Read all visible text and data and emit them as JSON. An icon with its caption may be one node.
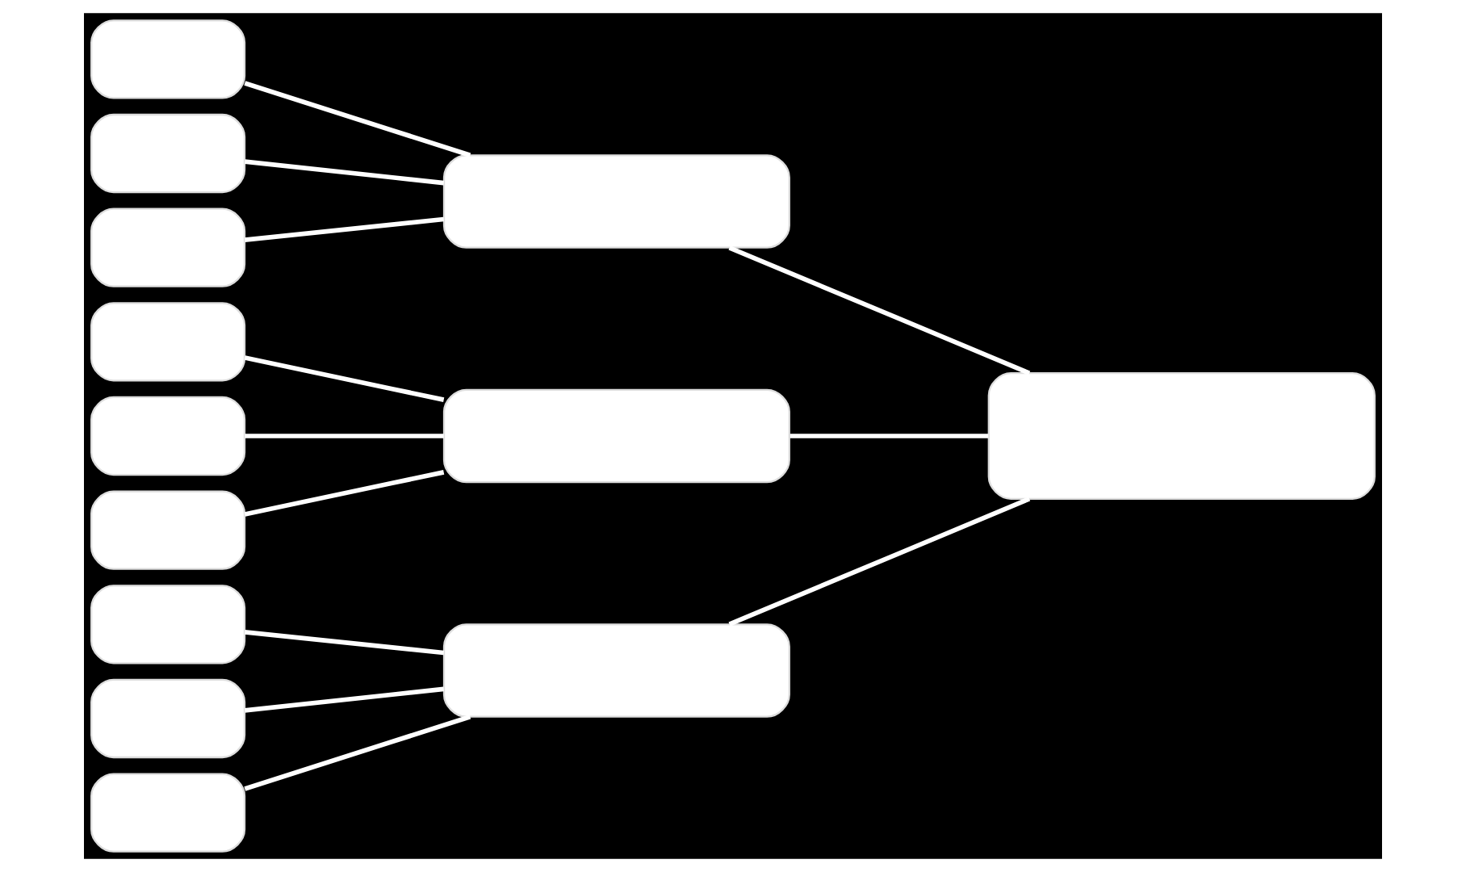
{
  "diagram": {
    "nodes": [
      {
        "text": [],
        "shape": "box"
      },
      {
        "text": [],
        "shape": "box"
      },
      {
        "text": [],
        "shape": "box"
      },
      {
        "text": [],
        "shape": "box"
      },
      {
        "text": [],
        "shape": "box"
      },
      {
        "text": [],
        "shape": "box"
      },
      {
        "text": [],
        "shape": "box"
      },
      {
        "text": [],
        "shape": "box"
      },
      {
        "text": [],
        "shape": "box"
      },
      {
        "text": [],
        "shape": "box"
      },
      {
        "text": [],
        "shape": "box"
      },
      {
        "text": [],
        "shape": "box"
      },
      {
        "text": [],
        "shape": "box"
      }
    ],
    "edges": [
      {
        "from": 0,
        "to": 9,
        "arrow": "none"
      },
      {
        "from": 1,
        "to": 9,
        "arrow": "none"
      },
      {
        "from": 2,
        "to": 9,
        "arrow": "none"
      },
      {
        "from": 3,
        "to": 10,
        "arrow": "none"
      },
      {
        "from": 4,
        "to": 10,
        "arrow": "none"
      },
      {
        "from": 5,
        "to": 10,
        "arrow": "none"
      },
      {
        "from": 6,
        "to": 11,
        "arrow": "none"
      },
      {
        "from": 7,
        "to": 11,
        "arrow": "none"
      },
      {
        "from": 8,
        "to": 11,
        "arrow": "none"
      },
      {
        "from": 9,
        "to": 12,
        "arrow": "none"
      },
      {
        "from": 10,
        "to": 12,
        "arrow": "none"
      },
      {
        "from": 11,
        "to": 12,
        "arrow": "none"
      }
    ]
  }
}
